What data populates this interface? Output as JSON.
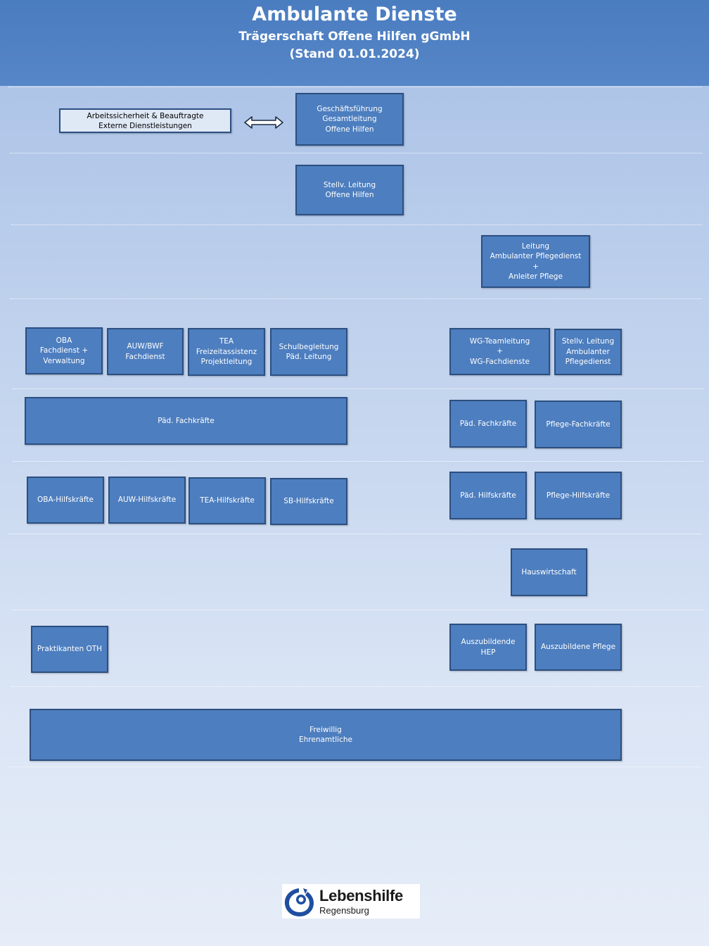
{
  "header": {
    "title": "Ambulante Dienste",
    "subtitle": "Trägerschaft Offene Hilfen gGmbH",
    "stand": "(Stand 01.01.2024)"
  },
  "nodes": {
    "arbeitssicherheit": "Arbeitssicherheit & Beauftragte\nExterne Dienstleistungen",
    "geschaeftsfuehrung": "Geschäftsführung\nGesamtleitung\nOffene Hilfen",
    "stellv_leitung": "Stellv. Leitung\nOffene Hilfen",
    "leitung_pflege": "Leitung\nAmbulanter Pflegedienst\n+\nAnleiter Pflege",
    "oba": "OBA\nFachdienst +\nVerwaltung",
    "auw_bwf": "AUW/BWF\nFachdienst",
    "tea": "TEA\nFreizeitassistenz\nProjektleitung",
    "schulbegleitung": "Schulbegleitung\nPäd. Leitung",
    "wg_teamleitung": "WG-Teamleitung\n+\nWG-Fachdienste",
    "stellv_pflege": "Stellv. Leitung\nAmbulanter\nPflegedienst",
    "paed_fach_left": "Päd. Fachkräfte",
    "paed_fach_right": "Päd. Fachkräfte",
    "pflege_fach": "Pflege-Fachkräfte",
    "oba_hilf": "OBA-Hilfskräfte",
    "auw_hilf": "AUW-Hilfskräfte",
    "tea_hilf": "TEA-Hilfskräfte",
    "sb_hilf": "SB-Hilfskräfte",
    "paed_hilf": "Päd. Hilfskräfte",
    "pflege_hilf": "Pflege-Hilfskräfte",
    "hauswirtschaft": "Hauswirtschaft",
    "praktikanten": "Praktikanten OTH",
    "azubi_hep": "Auszubildende\nHEP",
    "azubi_pflege": "Auszubildene Pflege",
    "freiwillig": "Freiwillig\nEhrenamtliche"
  },
  "logo": {
    "name": "Lebenshilfe",
    "city": "Regensburg"
  },
  "colors": {
    "box_fill": "#4d7ebf",
    "box_border": "#2c4f80",
    "header": "#4a7cc0"
  }
}
